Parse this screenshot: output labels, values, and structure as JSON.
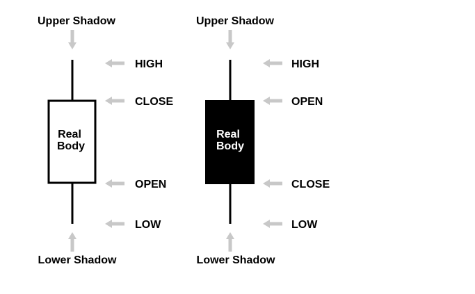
{
  "title": "Candlestick anatomy",
  "colors": {
    "arrow": "#c8c8c8",
    "line": "#000000",
    "bullish_fill": "#ffffff",
    "bearish_fill": "#000000",
    "body_text_bullish": "#000000",
    "body_text_bearish": "#ffffff"
  },
  "candles": [
    {
      "type": "bullish",
      "upper_shadow_label": "Upper Shadow",
      "lower_shadow_label": "Lower Shadow",
      "body_label_line1": "Real",
      "body_label_line2": "Body",
      "labels": {
        "high": "HIGH",
        "body_top": "CLOSE",
        "body_bottom": "OPEN",
        "low": "LOW"
      }
    },
    {
      "type": "bearish",
      "upper_shadow_label": "Upper Shadow",
      "lower_shadow_label": "Lower Shadow",
      "body_label_line1": "Real",
      "body_label_line2": "Body",
      "labels": {
        "high": "HIGH",
        "body_top": "OPEN",
        "body_bottom": "CLOSE",
        "low": "LOW"
      }
    }
  ]
}
